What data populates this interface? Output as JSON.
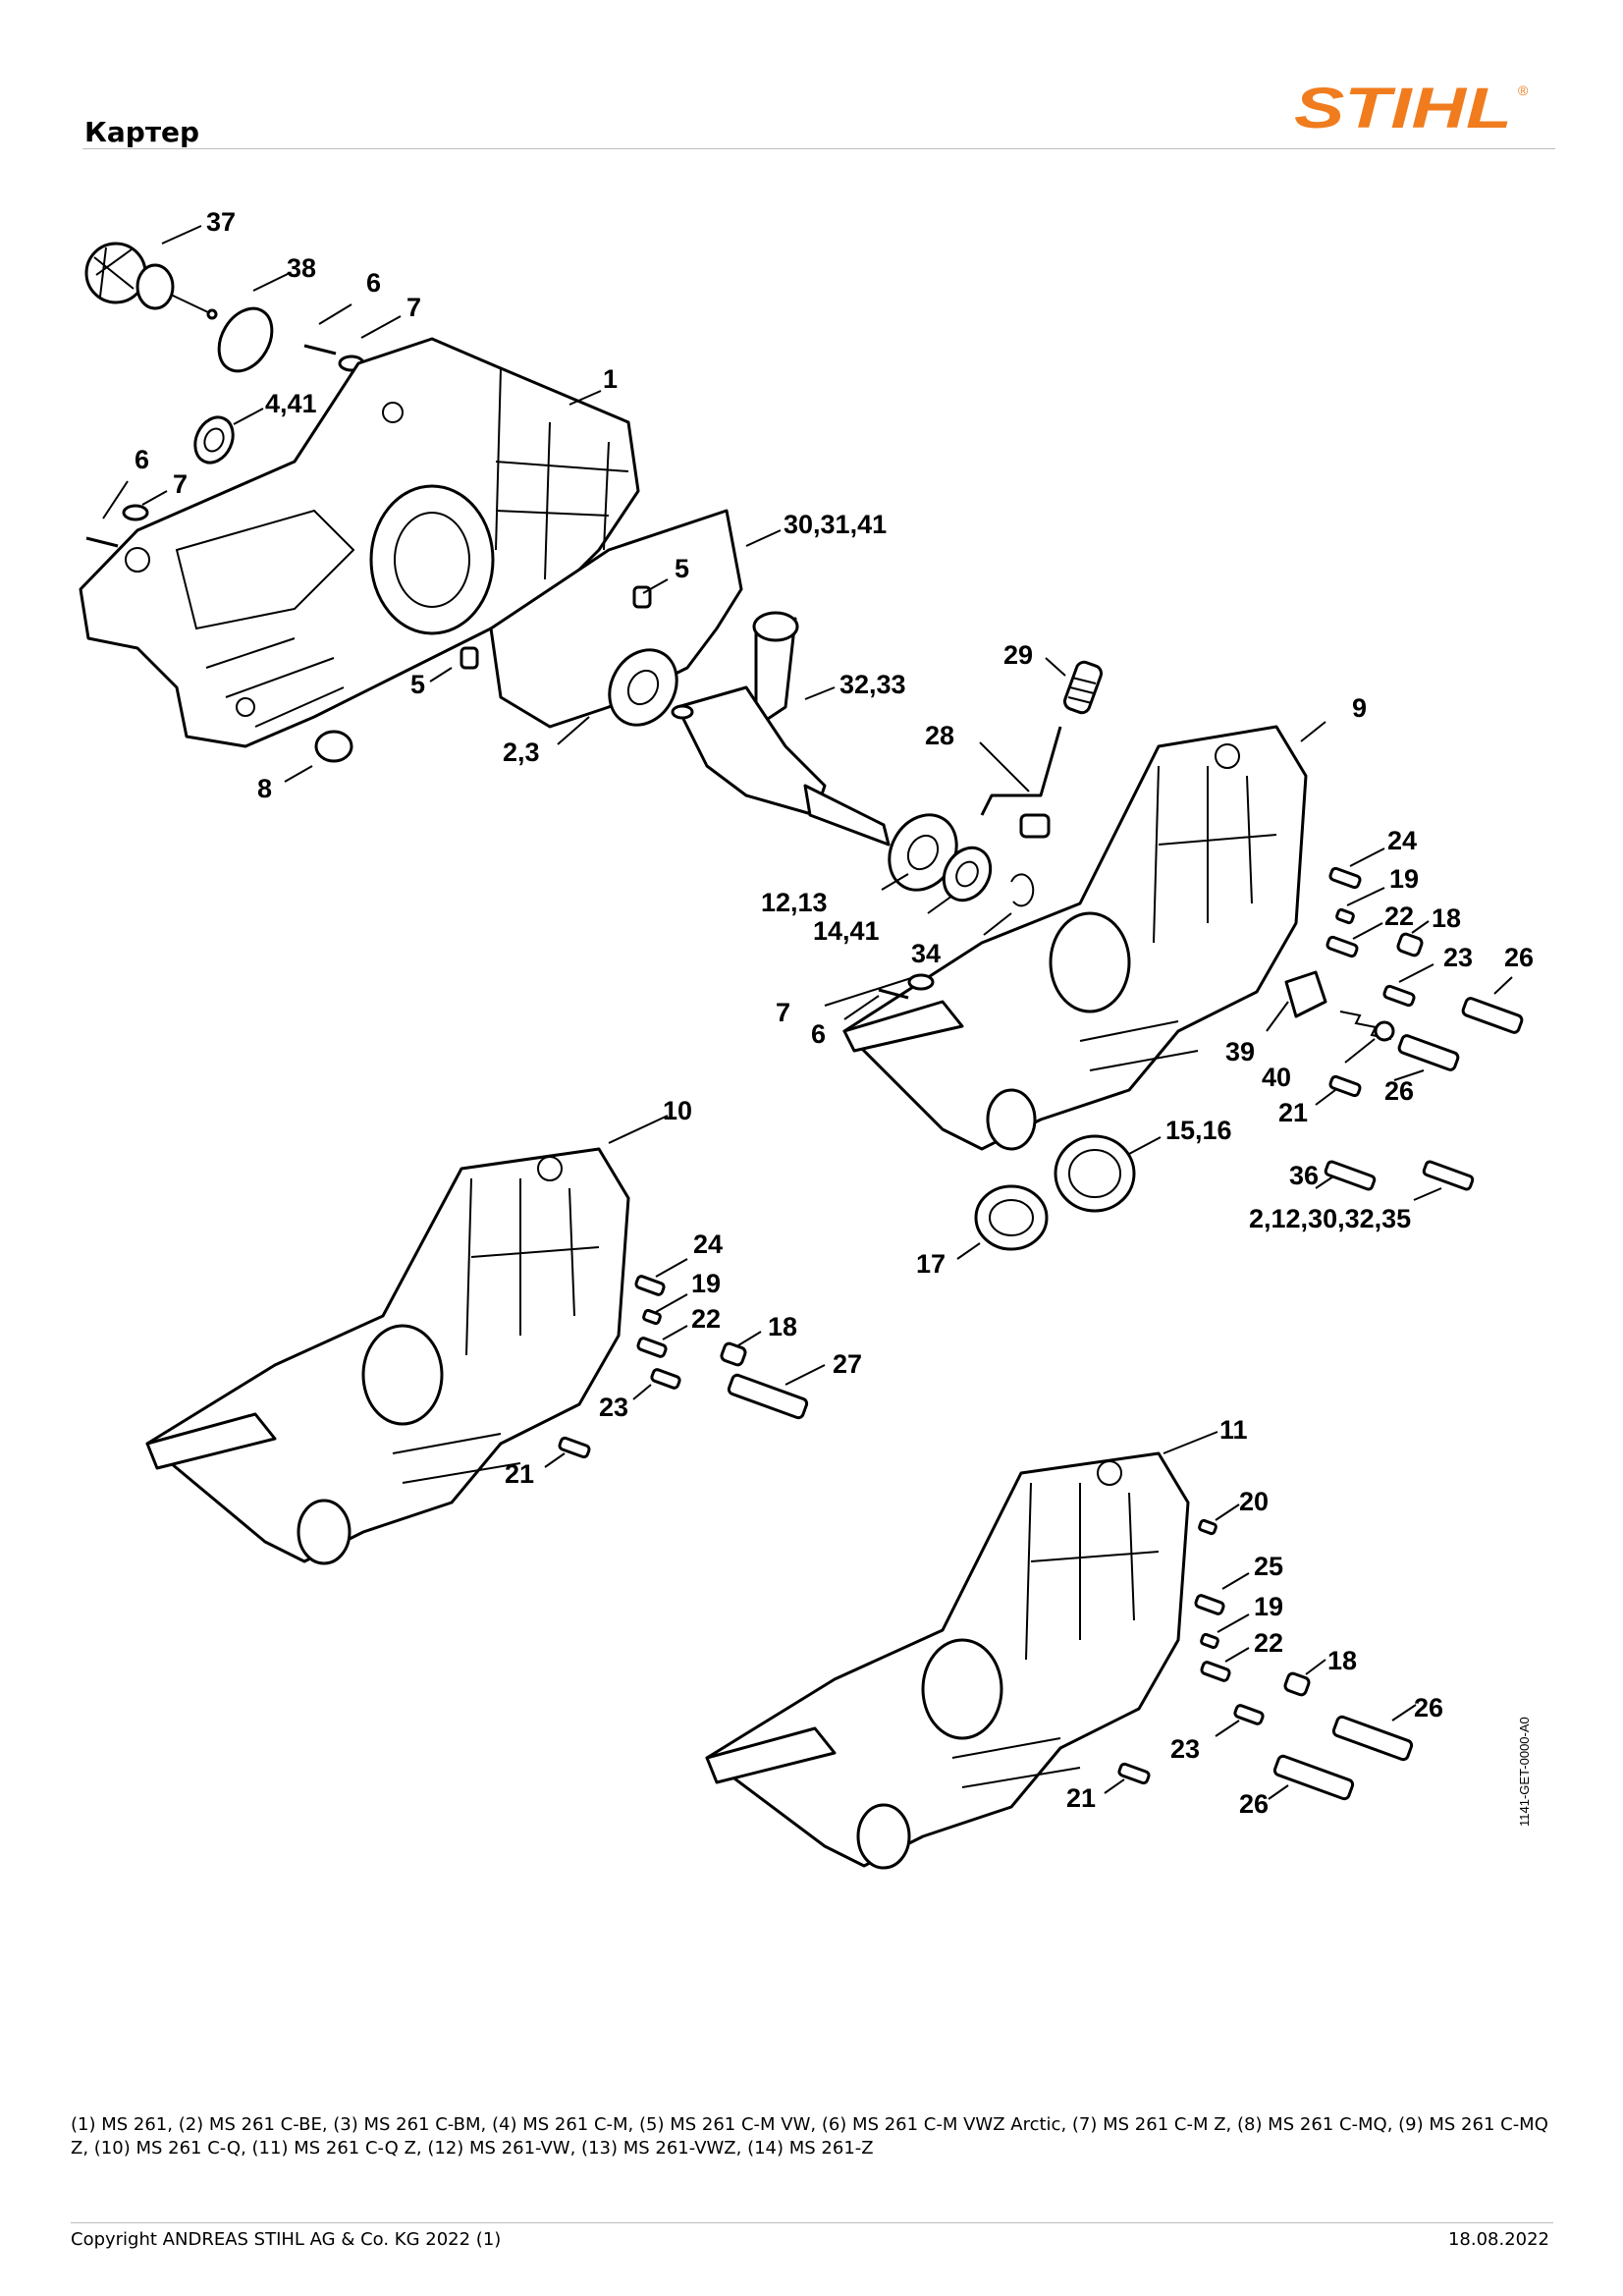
{
  "header": {
    "title": "Картер"
  },
  "brand": {
    "name": "STIHL",
    "registered": "®",
    "color": "#f07c1e"
  },
  "drawing_code": "1141-GET-0000-A0",
  "callouts": [
    "37",
    "38",
    "6",
    "7",
    "1",
    "4,41",
    "6",
    "7",
    "30,31,41",
    "5",
    "5",
    "2,3",
    "8",
    "29",
    "32,33",
    "9",
    "28",
    "24",
    "19",
    "22",
    "18",
    "23",
    "26",
    "12,13",
    "14,41",
    "34",
    "7",
    "6",
    "39",
    "40",
    "26",
    "21",
    "15,16",
    "36",
    "2,12,30,32,35",
    "17",
    "10",
    "24",
    "19",
    "22",
    "18",
    "27",
    "23",
    "21",
    "11",
    "20",
    "25",
    "19",
    "22",
    "18",
    "26",
    "23",
    "21",
    "26"
  ],
  "models_note": "(1) MS 261, (2) MS 261 C-BE, (3) MS 261 C-BM, (4) MS 261 C-M, (5) MS 261 C-M VW, (6) MS 261 C-M VWZ Arctic, (7) MS 261 C-M Z, (8) MS 261 C-MQ, (9) MS 261 C-MQ Z, (10) MS 261 C-Q, (11) MS 261 C-Q Z, (12) MS 261-VW, (13) MS 261-VWZ, (14) MS 261-Z",
  "footer": {
    "copyright": "Copyright ANDREAS STIHL AG & Co. KG 2022 (1)",
    "date": "18.08.2022"
  }
}
